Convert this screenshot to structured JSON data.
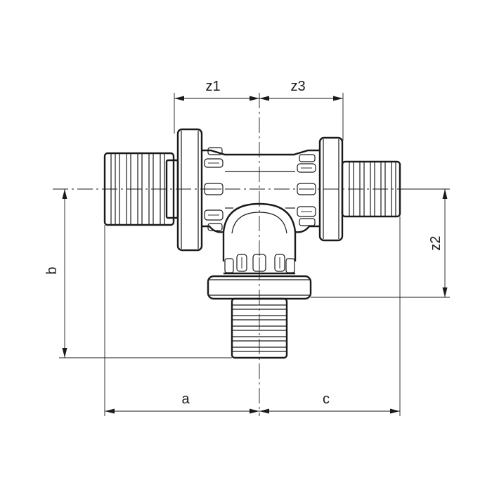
{
  "drawing": {
    "subject": "tee-fitting",
    "line_color": "#1a1a1a",
    "background": "#ffffff",
    "dimensions": {
      "z1": "z1",
      "z3": "z3",
      "z2": "z2",
      "a": "a",
      "b": "b",
      "c": "c"
    }
  }
}
